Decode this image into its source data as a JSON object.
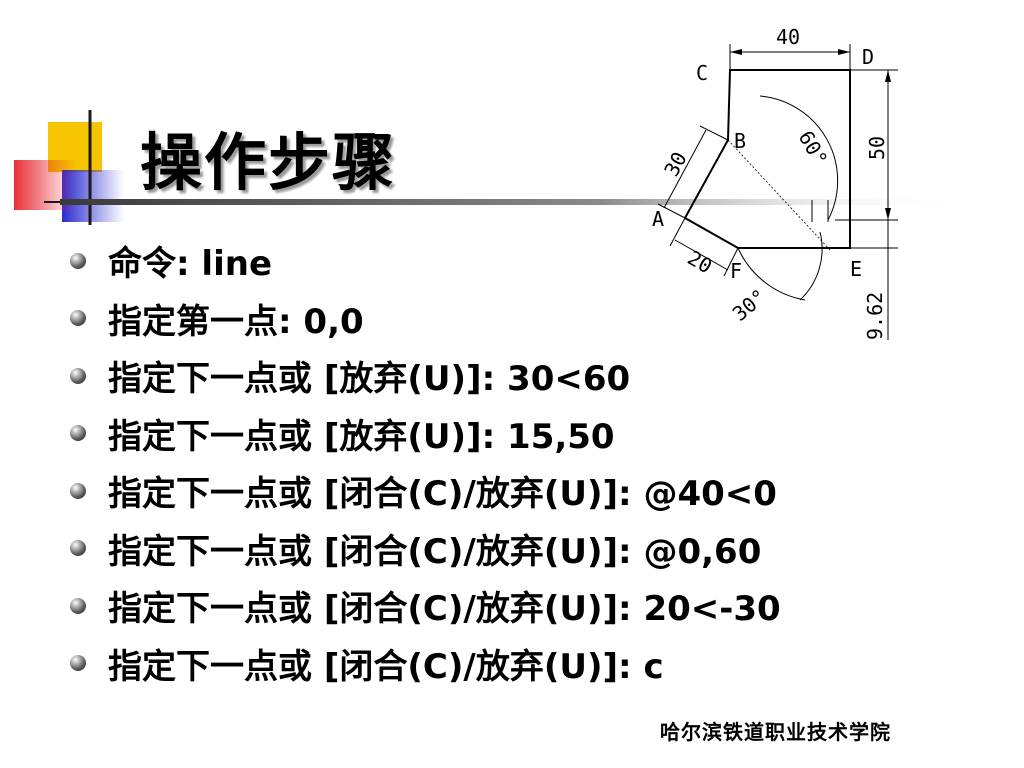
{
  "slide": {
    "title": "操作步骤",
    "bullets": [
      "命令: line",
      "指定第一点: 0,0",
      "指定下一点或 [放弃(U)]: 30<60",
      "指定下一点或 [放弃(U)]: 15,50",
      "指定下一点或 [闭合(C)/放弃(U)]: @40<0",
      "指定下一点或 [闭合(C)/放弃(U)]: @0,60",
      "指定下一点或 [闭合(C)/放弃(U)]: 20<-30",
      "指定下一点或 [闭合(C)/放弃(U)]: c"
    ],
    "footer": "哈尔滨铁道职业技术学院"
  },
  "drawing": {
    "points": {
      "a": "A",
      "b": "B",
      "c": "C",
      "d": "D",
      "e": "E",
      "f": "F"
    },
    "dimensions": {
      "top_width": "40",
      "right_height": "50",
      "side_ab": "30",
      "side_af": "20",
      "angle_b": "60°",
      "angle_f": "30°",
      "offset_e": "9.62"
    }
  },
  "colors": {
    "accent_yellow": "#f6c400",
    "accent_blue": "#2b2bd0",
    "accent_red": "#e8242c",
    "rule_dark": "#4a4a4a",
    "drawing_line": "#000000"
  }
}
